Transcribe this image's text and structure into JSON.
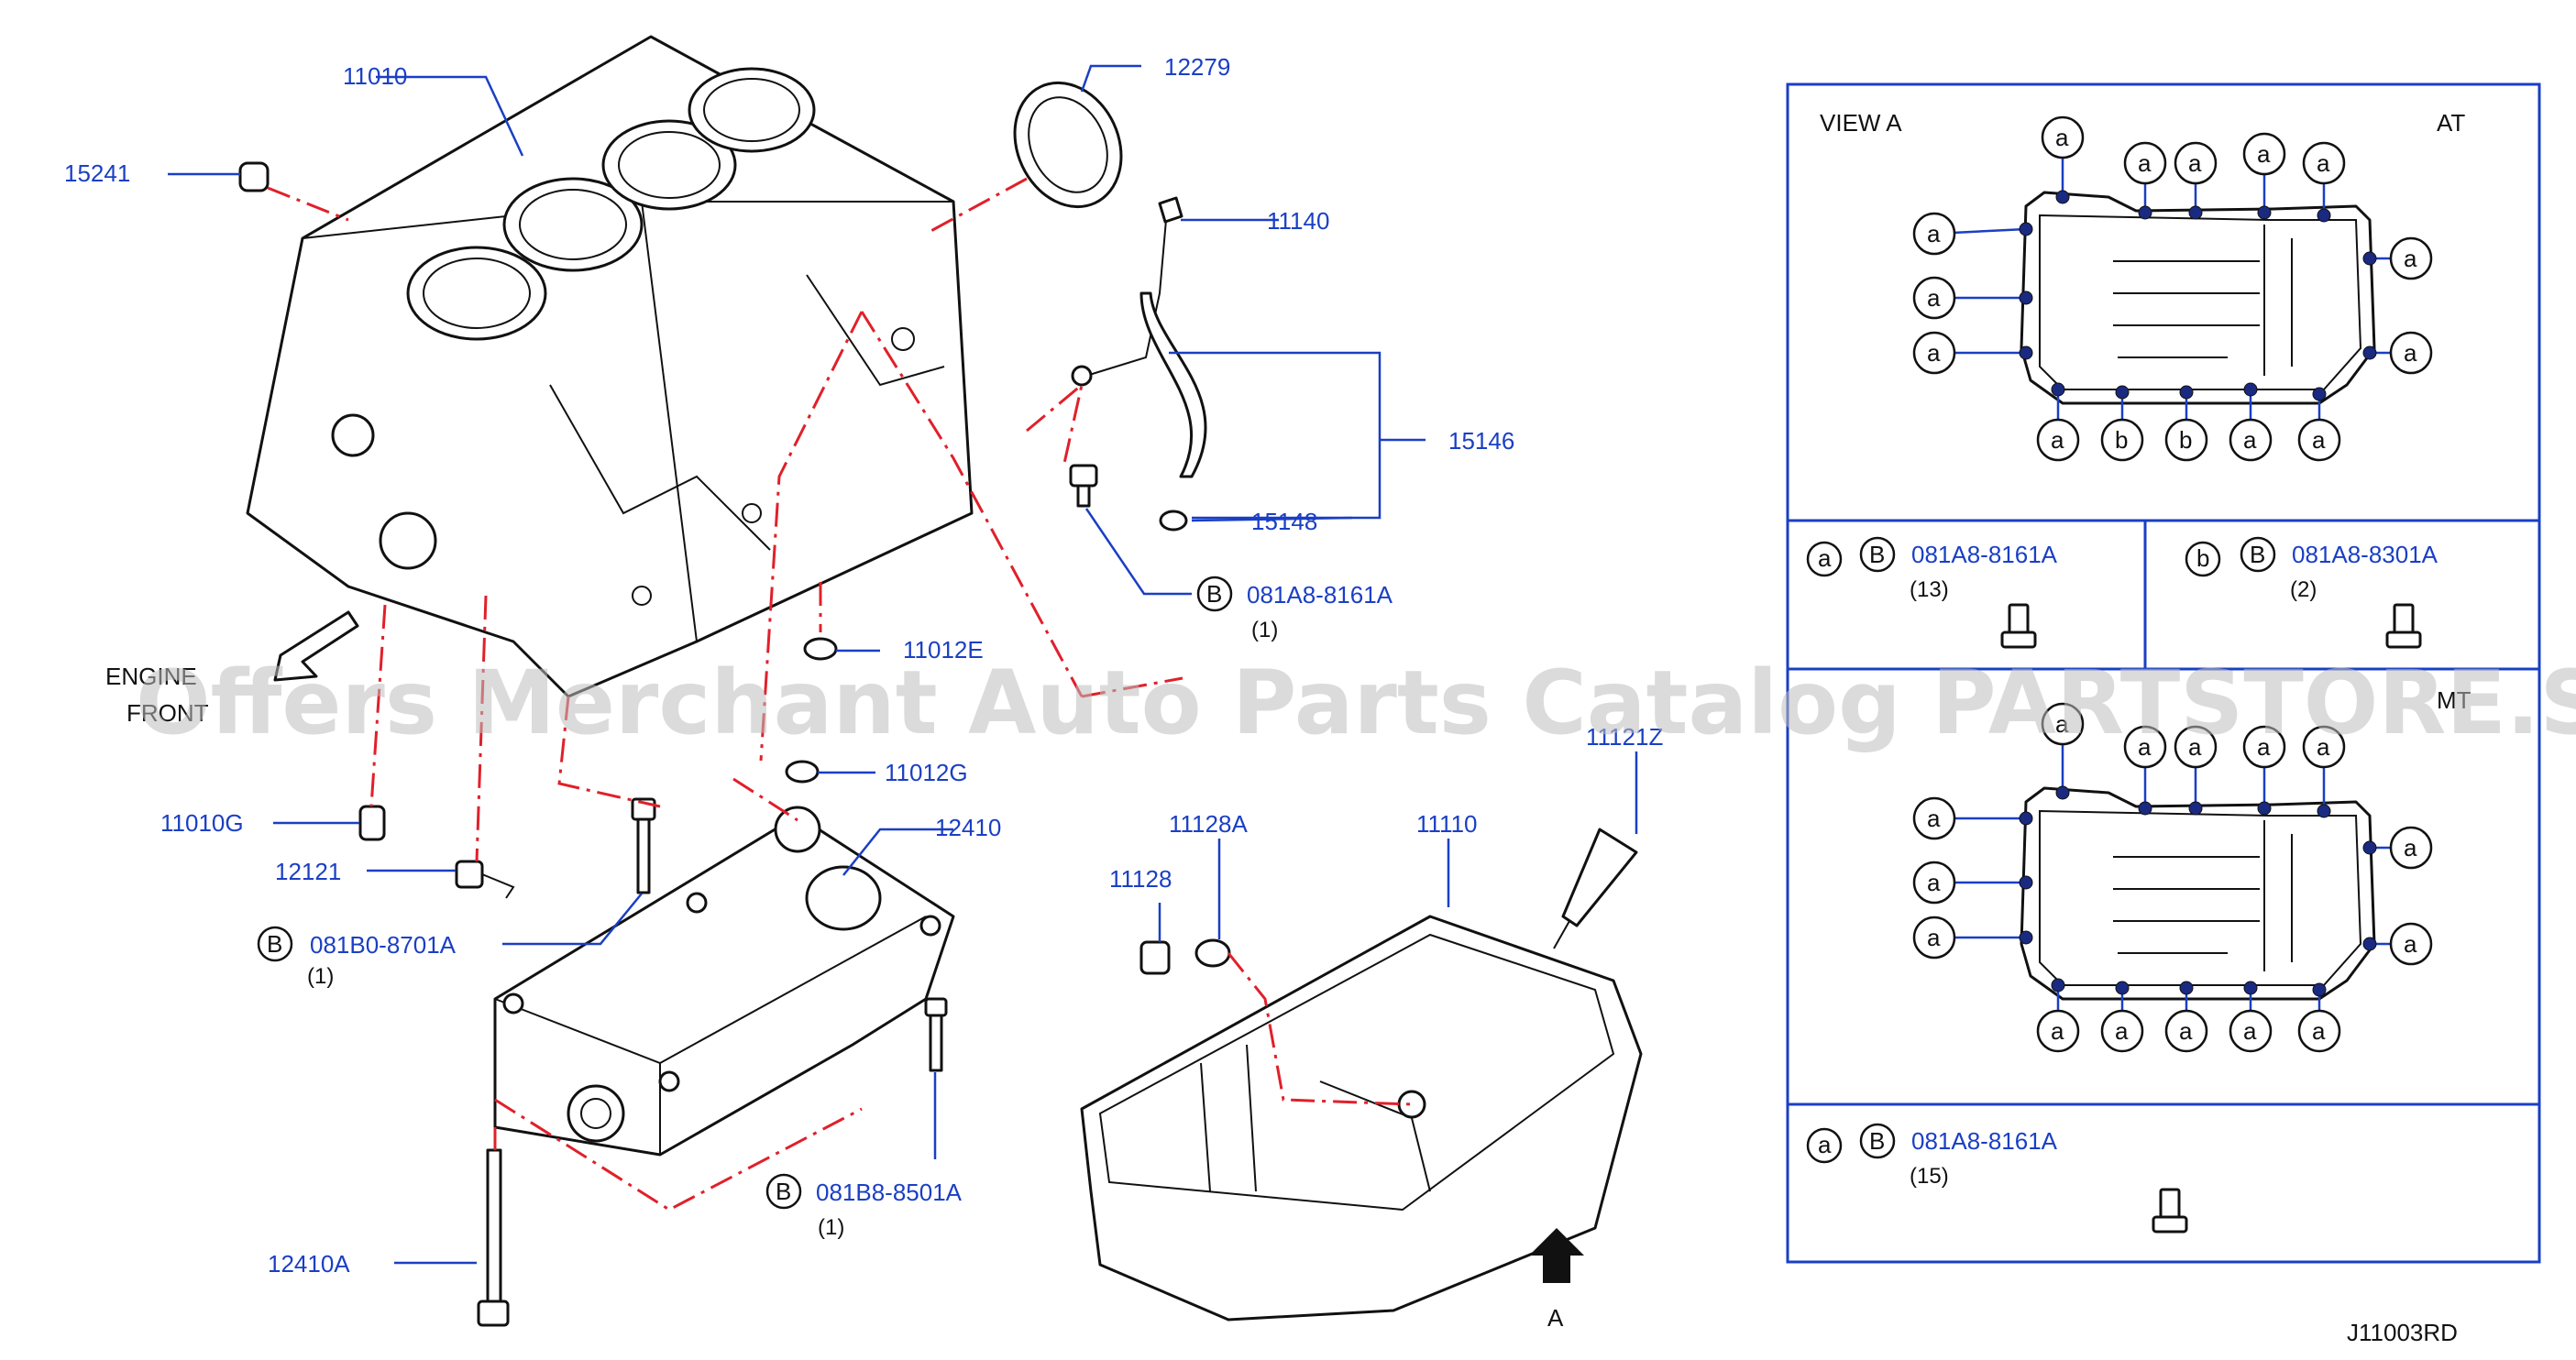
{
  "parts": {
    "p11010": "11010",
    "p15241": "15241",
    "p12279": "12279",
    "p11140": "11140",
    "p15146": "15146",
    "p15148": "15148",
    "p081A8_8161A": "081A8-8161A",
    "p081A8_8161A_qty": "(1)",
    "p11012E": "11012E",
    "p11012G": "11012G",
    "p12410": "12410",
    "p11010G": "11010G",
    "p12121": "12121",
    "p081B0_8701A": "081B0-8701A",
    "p081B0_8701A_qty": "(1)",
    "p081B8_8501A": "081B8-8501A",
    "p081B8_8501A_qty": "(1)",
    "p12410A": "12410A",
    "p11128A": "11128A",
    "p11128": "11128",
    "p11110": "11110",
    "p11121Z": "11121Z"
  },
  "labels": {
    "engine_front_1": "ENGINE",
    "engine_front_2": "FRONT",
    "view_a_arrow": "A",
    "diagram_code": "J11003RD",
    "circle_b": "B",
    "circle_a": "a",
    "circle_lower_b": "b"
  },
  "view_panel": {
    "title": "VIEW   A",
    "at_label": "AT",
    "mt_label": "MT",
    "legend_at_a": {
      "part": "081A8-8161A",
      "qty": "(13)"
    },
    "legend_at_b": {
      "part": "081A8-8301A",
      "qty": "(2)"
    },
    "legend_mt_a": {
      "part": "081A8-8161A",
      "qty": "(15)"
    }
  },
  "watermark": "Offers Merchant Auto Parts Catalog PARTSTORE.SA",
  "colors": {
    "part_number": "#1a3fc4",
    "phantom_line": "#e0202a",
    "outline": "#111111",
    "panel_border": "#1a3fc4"
  }
}
